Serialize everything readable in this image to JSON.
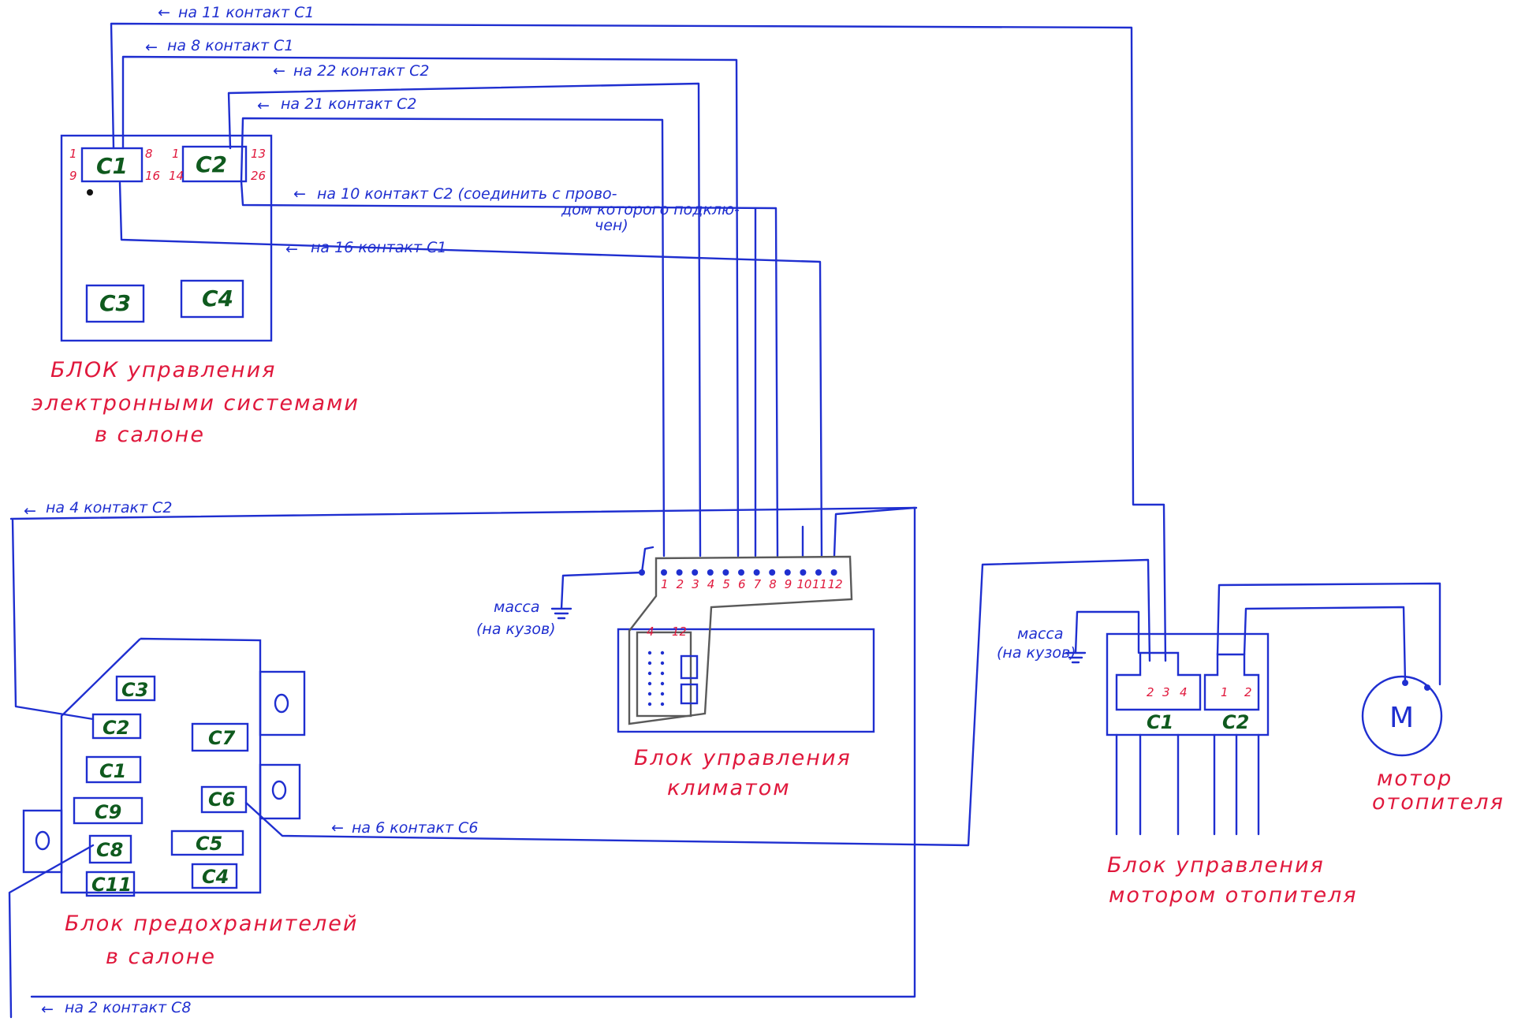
{
  "blocks": {
    "electronics_unit": {
      "title_lines": [
        "БЛОК управления",
        "электронными системами",
        "в салоне"
      ],
      "connectors": [
        "C1",
        "C2",
        "C3",
        "C4"
      ],
      "c1_pins": {
        "tl": "1",
        "bl": "9",
        "tr": "8",
        "br": "16"
      },
      "c2_pins": {
        "tl": "1",
        "bl": "14",
        "tr": "13",
        "br": "26"
      }
    },
    "fuse_box": {
      "title_lines": [
        "Блок предохранителей",
        "в салоне"
      ],
      "connectors": [
        "C3",
        "C2",
        "C7",
        "C1",
        "C6",
        "C9",
        "C8",
        "C5",
        "C11",
        "C4"
      ]
    },
    "climate_unit": {
      "title_lines": [
        "Блок управления",
        "климатом"
      ],
      "pins": [
        "1",
        "2",
        "3",
        "4",
        "5",
        "6",
        "7",
        "8",
        "9",
        "10",
        "11",
        "12"
      ],
      "inner_top": [
        "4",
        "12"
      ]
    },
    "heater_motor_unit": {
      "title_lines": [
        "Блок управления",
        "мотором отопителя"
      ],
      "c1_label": "C1",
      "c2_label": "C2",
      "c1_pins": [
        "2",
        "3",
        "4"
      ],
      "c2_pins": [
        "1",
        "2"
      ]
    },
    "motor": {
      "symbol": "M",
      "title_lines": [
        "мотор",
        "отопителя"
      ]
    }
  },
  "wire_labels": {
    "to_c1_11": "на 11 контакт C1",
    "to_c1_8": "на 8 контакт C1",
    "to_c2_22": "на 22 контакт C2",
    "to_c2_21": "на 21 контакт C2",
    "to_c2_10_line1": "на 10 контакт C2 (соединить с прово-",
    "to_c2_10_line2": "дом которого подклю-",
    "to_c2_10_line3": "чен)",
    "to_c1_16": "на 16 контакт C1",
    "to_c2_4": "на 4 контакт C2",
    "to_c6_6": "на 6 контакт C6",
    "to_c8_2": "на 2 контакт C8"
  },
  "ground_labels": {
    "climate": [
      "масса",
      "(на кузов)"
    ],
    "heater": [
      "масса",
      "(на кузов)"
    ]
  },
  "colors": {
    "wire": "#1f2fd0",
    "title": "#e0183c",
    "connector_label": "#0f5a1e",
    "outline": "#5a5a5a"
  }
}
